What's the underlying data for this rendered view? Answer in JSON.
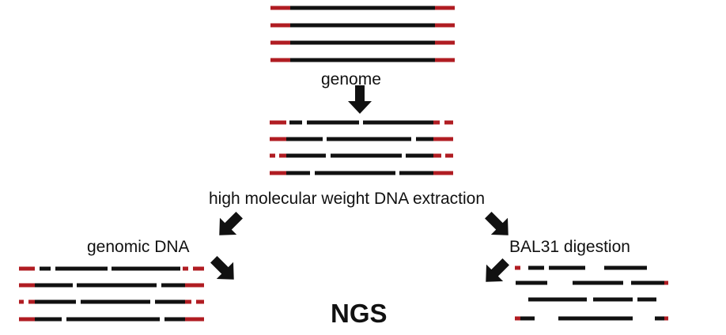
{
  "labels": {
    "genome": "genome",
    "extraction": "high molecular weight DNA extraction",
    "genomic_dna": "genomic DNA",
    "bal31": "BAL31 digestion",
    "ngs": "NGS"
  },
  "colors": {
    "telomere_end": "#b01c22",
    "dna_strand": "#111111",
    "arrow": "#111111",
    "background": "#ffffff"
  },
  "arrow_icons": [
    "arrow-down-icon",
    "arrow-down-left-icon",
    "arrow-down-right-icon",
    "arrow-down-right-icon",
    "arrow-down-left-icon"
  ]
}
